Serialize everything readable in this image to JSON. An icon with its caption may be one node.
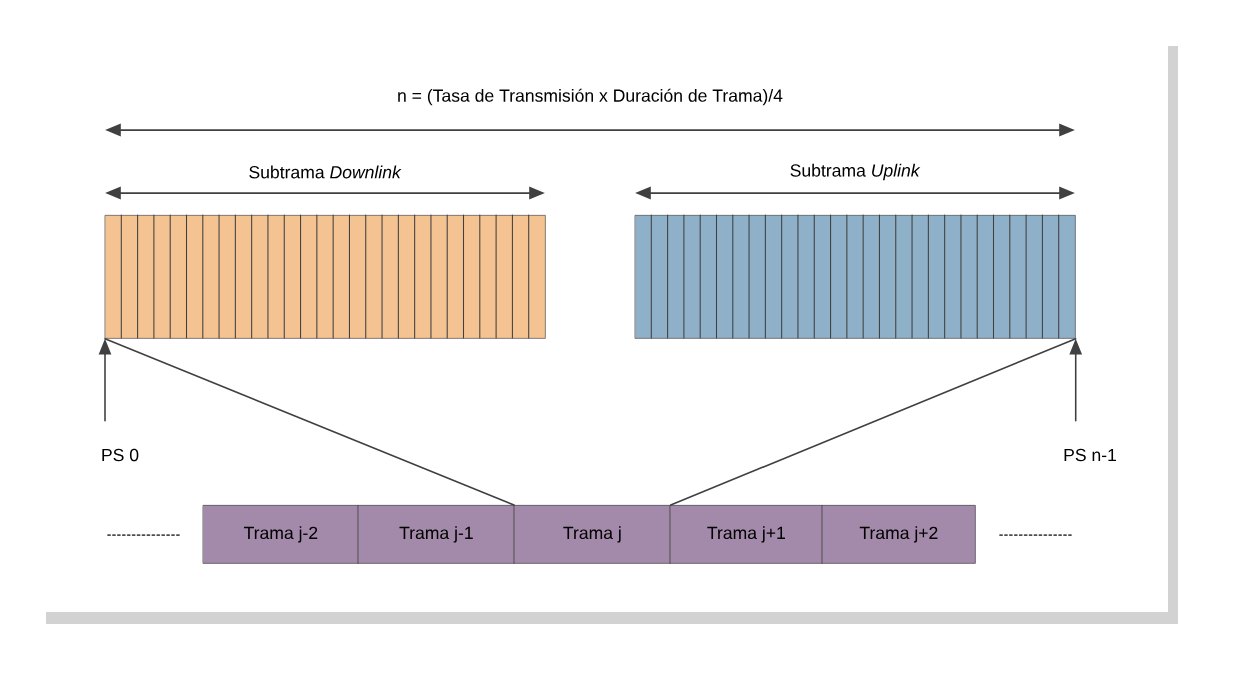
{
  "diagram": {
    "nodes": [
      {
        "text": [
          "Subtrama *Downlink*"
        ]
      },
      {
        "text": [
          "Subtrama *Uplink*"
        ]
      },
      {
        "text": [
          "Trama j-2"
        ]
      },
      {
        "text": [
          "Trama j-1"
        ]
      },
      {
        "text": [
          "Trama j"
        ]
      },
      {
        "text": [
          "Trama j+1"
        ]
      },
      {
        "text": [
          "Trama j+2"
        ]
      },
      {
        "text": [
          "PS 0"
        ]
      },
      {
        "text": [
          "PS n-1"
        ]
      }
    ],
    "edges": [
      {
        "from": 4,
        "to": 0,
        "arrow": "none"
      },
      {
        "from": 4,
        "to": 1,
        "arrow": "none"
      },
      {
        "from": 7,
        "to": 0,
        "arrow": "to"
      },
      {
        "from": 8,
        "to": 1,
        "arrow": "to"
      }
    ],
    "labels": [
      "n = (Tasa de Transmisión x Duración de Trama)/4"
    ]
  }
}
